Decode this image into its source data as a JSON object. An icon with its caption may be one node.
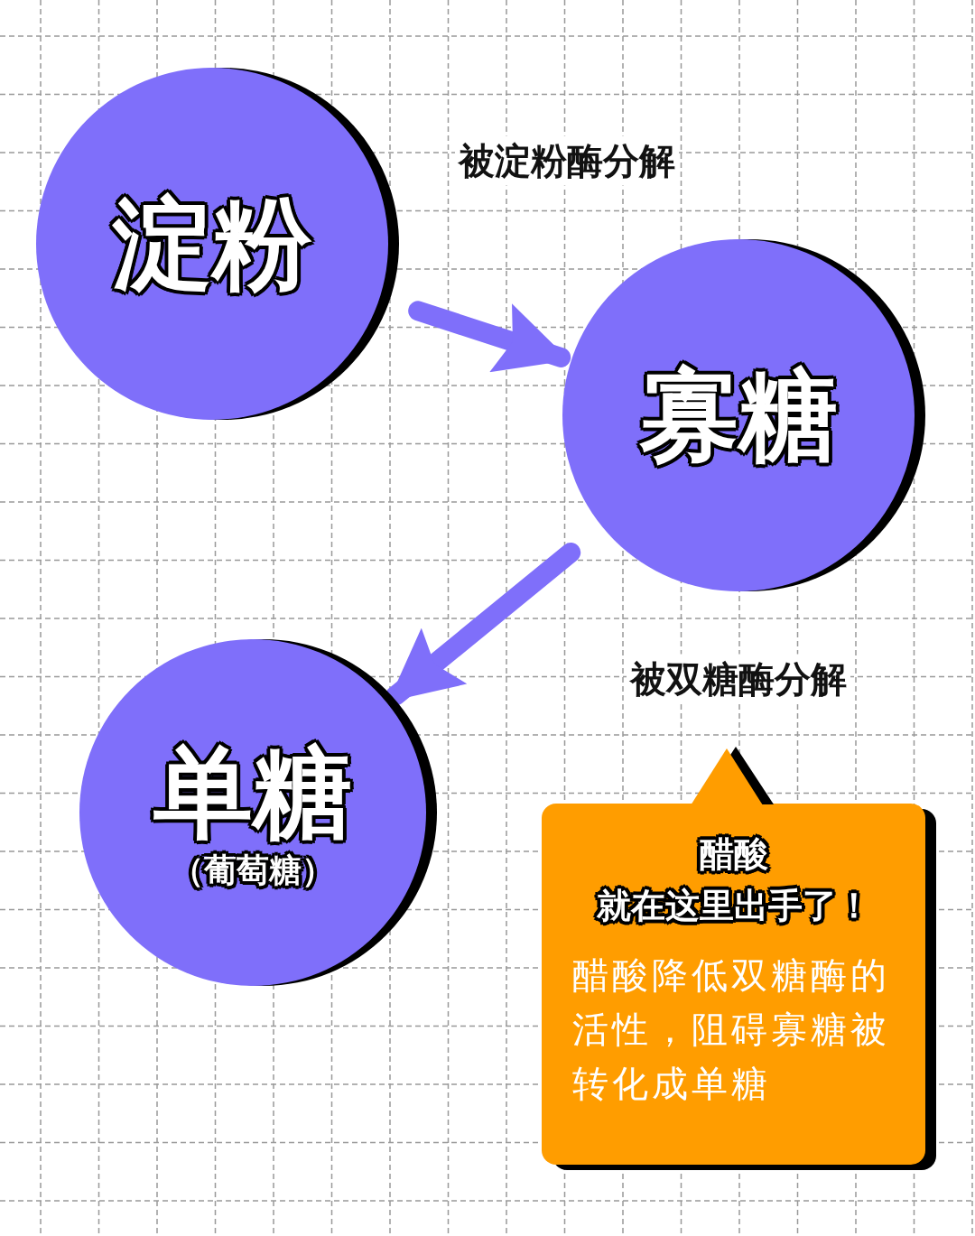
{
  "diagram": {
    "nodes": [
      {
        "text": [
          "淀粉"
        ]
      },
      {
        "text": [
          "寡糖"
        ]
      },
      {
        "text": [
          "单糖",
          "（葡萄糖）"
        ]
      },
      {
        "text": [
          "醋酸",
          "就在这里出手了！",
          "醋酸降低双糖酶的活性，阻碍寡糖被转化成单糖"
        ]
      }
    ],
    "edges": [
      {
        "from": 0,
        "to": 1,
        "arrow": "to",
        "label": "被淀粉酶分解",
        "color": "#7f6ffa"
      },
      {
        "from": 1,
        "to": 2,
        "arrow": "to",
        "label": "被双糖酶分解",
        "color": "#7f6ffa"
      }
    ]
  }
}
